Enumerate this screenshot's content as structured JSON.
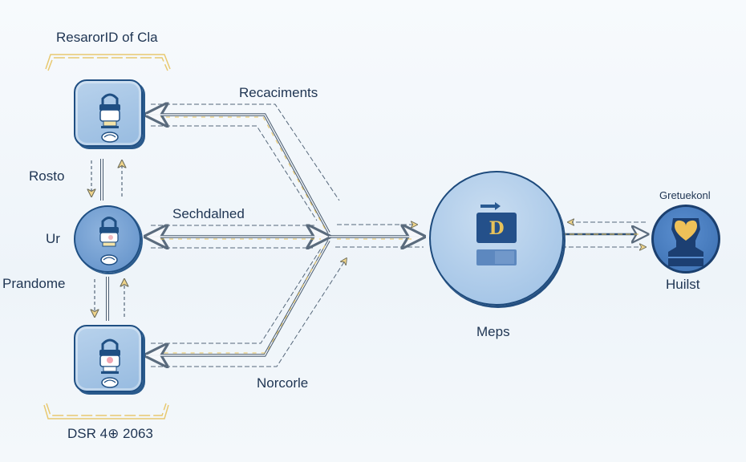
{
  "diagram": {
    "title": "ResarorID of Cla",
    "footer": "DSR 4⊕ 2063",
    "side_labels": {
      "top": "Rosto",
      "middle": "Ur",
      "bottom": "Prandome"
    },
    "edge_labels": {
      "top": "Recaciments",
      "middle": "Sechdalned",
      "bottom": "Norcorle"
    },
    "hub": {
      "label": "Meps",
      "icon": "document-badge-icon"
    },
    "user": {
      "top_label": "Gretuekonl",
      "bottom_label": "Huilst",
      "icon": "user-heart-icon"
    },
    "nodes": [
      {
        "shape": "rounded-square",
        "icon": "lock-handshake-icon"
      },
      {
        "shape": "circle",
        "icon": "lock-handshake-icon"
      },
      {
        "shape": "rounded-square",
        "icon": "lock-handshake-icon"
      }
    ],
    "colors": {
      "primary": "#1f4f83",
      "node_fill": "#a9c8e8",
      "accent": "#e7c25a",
      "text": "#1e3452"
    }
  }
}
